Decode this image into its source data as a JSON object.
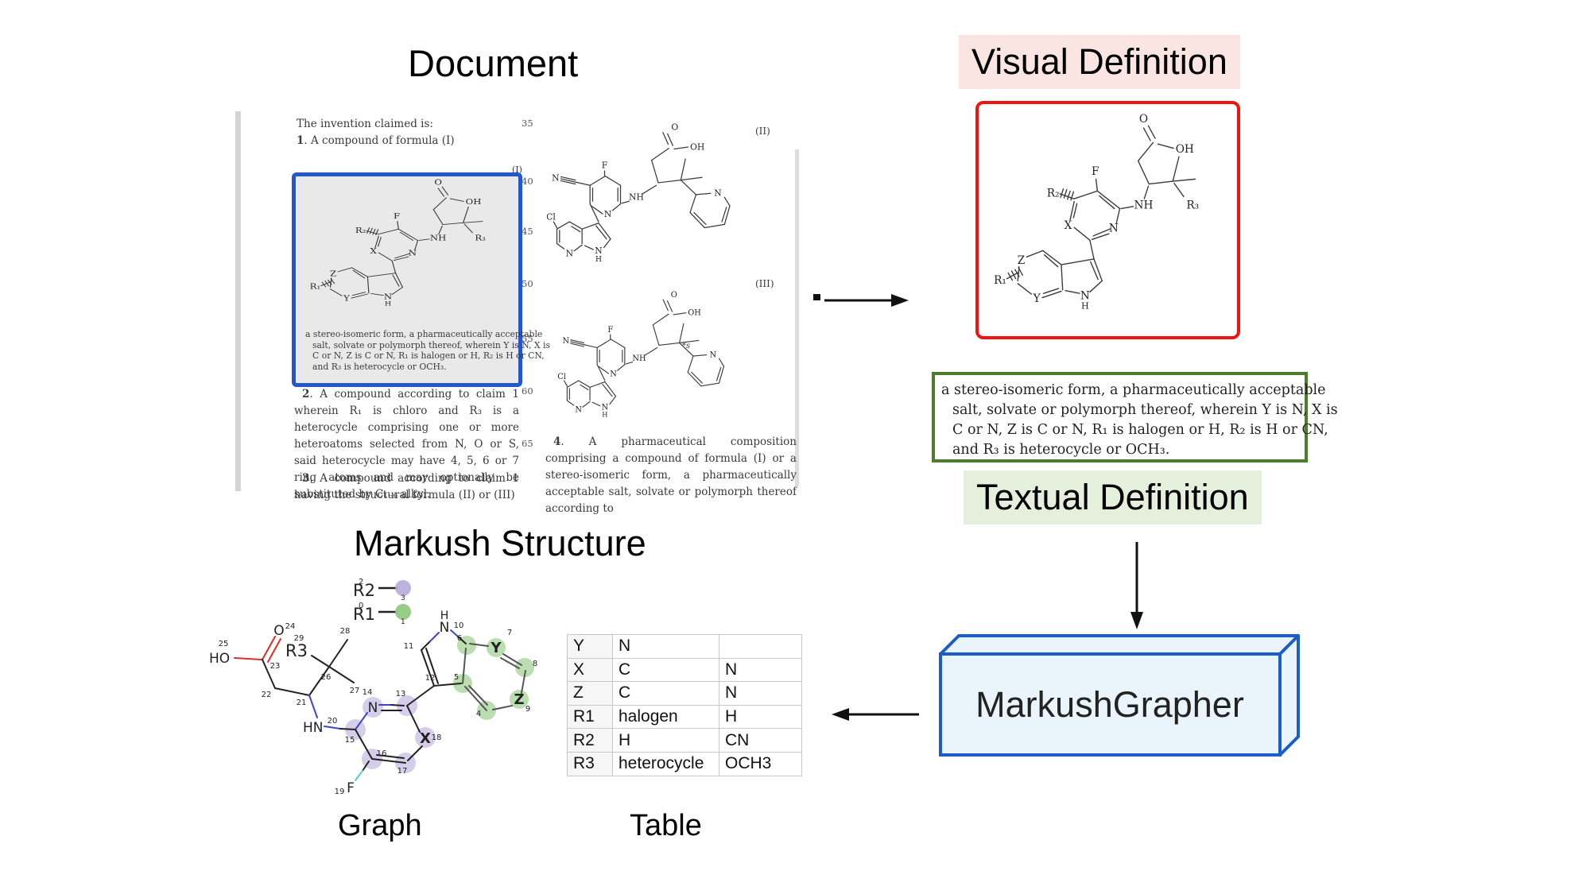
{
  "figure": {
    "document_title": "Document",
    "visual_definition_title": "Visual Definition",
    "textual_definition_title": "Textual Definition",
    "markush_structure_title": "Markush Structure",
    "graph_caption": "Graph",
    "table_caption": "Table",
    "model_name": "MarkushGrapher"
  },
  "document": {
    "intro_line": "The invention claimed is:",
    "claims": {
      "c1_num": "1",
      "c1_body": ". A compound of formula (I)",
      "c2_num": "2",
      "c2_body": ". A compound according to claim 1 wherein R₁ is chloro and R₃ is a heterocycle comprising one or more heteroatoms selected from N, O or S, said heterocycle may have 4, 5, 6 or 7 ring atoms and may optionally be substituted by C₁₋₆ alkyl.",
      "c3_num": "3",
      "c3_body": ". A compound according to claim 1 having the structural formula (II) or (III)",
      "c4_num": "4",
      "c4_body": ". A pharmaceutical composition comprising a compound of formula (I) or a stereo-isomeric form, a pharmaceutically acceptable salt, solvate or polymorph thereof according to"
    },
    "formula_labels": {
      "i": "(I)",
      "ii": "(II)",
      "iii": "(III)"
    },
    "stereo_mark": "*s",
    "line_numbers": [
      "35",
      "40",
      "45",
      "50",
      "55",
      "60",
      "65"
    ],
    "boxed_definition_lines": [
      "a stereo-isomeric form, a pharmaceutically acceptable",
      "salt, solvate or polymorph thereof, wherein Y is N, X is",
      "C or N, Z is C or N, R₁ is halogen or H, R₂ is H or CN,",
      "and R₃ is heterocycle or OCH₃."
    ]
  },
  "textual_definition": {
    "lines": [
      "a stereo-isomeric form, a pharmaceutically acceptable",
      "salt, solvate or polymorph thereof, wherein Y is N, X is",
      "C or N, Z is C or N, R₁ is halogen or H, R₂ is H or CN,",
      "and R₃ is heterocycle or OCH₃."
    ]
  },
  "molecule_I_labels": {
    "O": "O",
    "OH": "OH",
    "F": "F",
    "R2": "R₂",
    "R1": "R₁",
    "R3": "R₃",
    "X": "X",
    "Y": "Y",
    "Z": "Z",
    "N_ring": "N",
    "NH_amine": "NH",
    "N_pyrrole": "N",
    "H_pyrrole": "H"
  },
  "molecule_II_labels": {
    "O": "O",
    "OH": "OH",
    "F": "F",
    "NH": "NH",
    "Cl": "Cl",
    "N_nitrile": "N",
    "N_pyridine": "N",
    "N_pyridyl": "N",
    "N_pyrrole": "N",
    "H_pyrrole": "H"
  },
  "markush_table": {
    "rows": [
      [
        "Y",
        "N",
        ""
      ],
      [
        "X",
        "C",
        "N"
      ],
      [
        "Z",
        "C",
        "N"
      ],
      [
        "R1",
        "halogen",
        "H"
      ],
      [
        "R2",
        "H",
        "CN"
      ],
      [
        "R3",
        "heterocycle",
        "OCH3"
      ]
    ]
  },
  "graph": {
    "legend": {
      "r2_label": "R2",
      "r2_sup": "2",
      "r2_node_num": "3",
      "r1_label": "R1",
      "r1_sup": "0",
      "r1_node_num": "1"
    },
    "atom_labels": {
      "HO": "HO",
      "O": "O",
      "R3": "R3",
      "HN": "HN",
      "N_ring": "N",
      "N_pyrrole": "N",
      "H_pyrrole": "H",
      "F": "F",
      "X": "X",
      "Y": "Y",
      "Z": "Z"
    },
    "atom_numbers": {
      "n4": "4",
      "n5": "5",
      "n6": "6",
      "n7": "7",
      "n8": "8",
      "n9": "9",
      "n10": "10",
      "n11": "11",
      "n12": "12",
      "n13": "13",
      "n14": "14",
      "n15": "15",
      "n16": "16",
      "n17": "17",
      "n18": "18",
      "n19": "19",
      "n20": "20",
      "n21": "21",
      "n22": "22",
      "n23": "23",
      "n24": "24",
      "n25": "25",
      "n26": "26",
      "n27": "27",
      "n28": "28",
      "n29": "29"
    }
  },
  "colors": {
    "document_box_border": "#2356cf",
    "visual_box_border": "#ee1511",
    "textual_box_border": "#4b7d2a",
    "visual_title_highlight": "#fbe5e3",
    "textual_title_highlight": "#e4efdc",
    "model_box_fill": "#e9f5fb",
    "model_box_border": "#1c5dc8",
    "graph_node_green": "#8cc87b",
    "graph_node_purple": "#b3a5d9",
    "graph_atom_red": "#d93025",
    "graph_atom_blue": "#3c45cf",
    "graph_atom_cyan": "#5bc8d8"
  }
}
